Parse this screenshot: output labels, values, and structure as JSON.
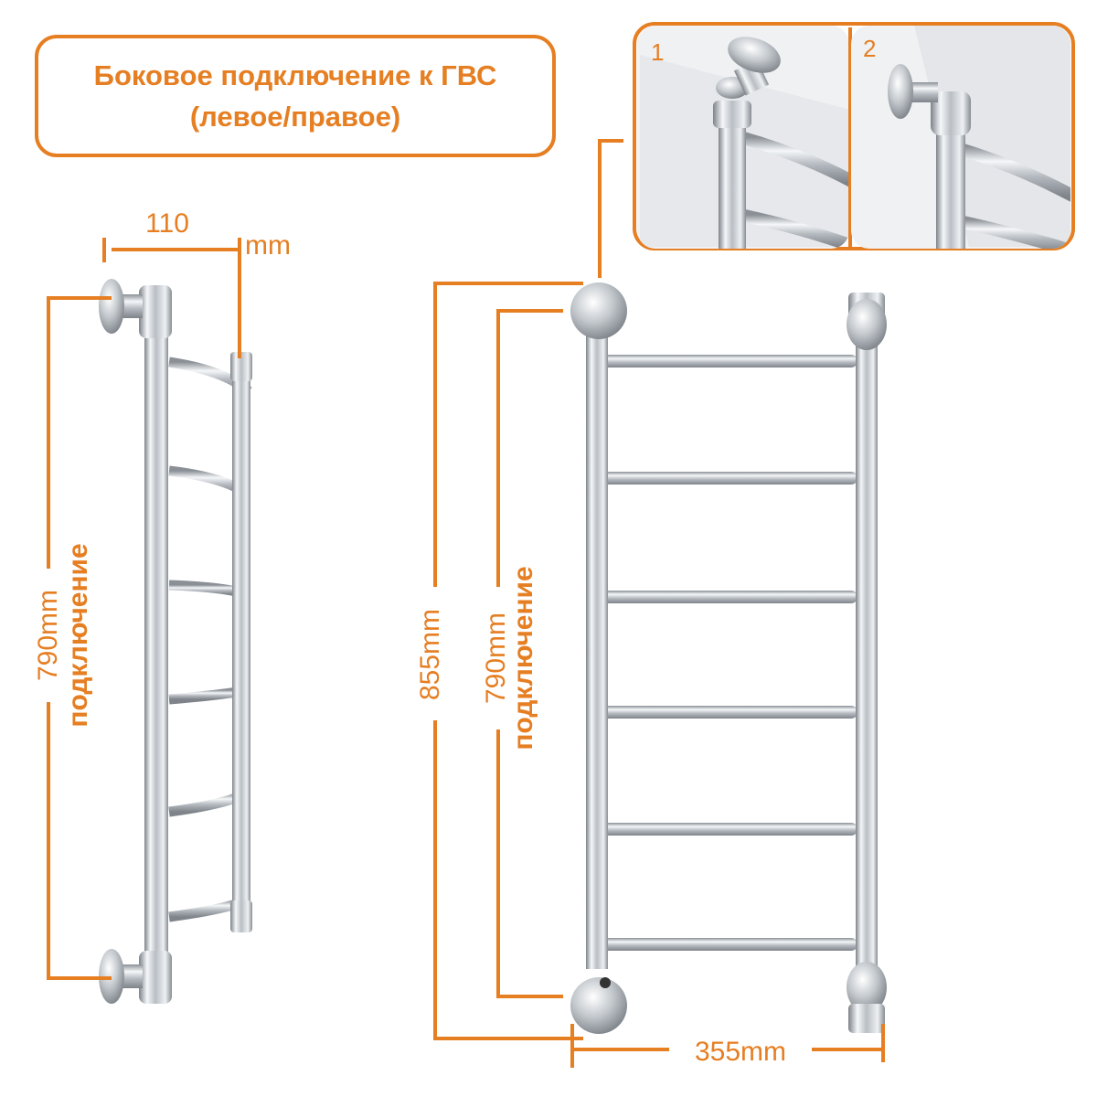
{
  "title": {
    "line1": "Боковое подключение к ГВС",
    "line2": "(левое/правое)"
  },
  "inset": {
    "panel1_number": "1",
    "panel2_number": "2"
  },
  "left_view": {
    "width_value": "110",
    "width_unit": "mm",
    "height_value": "790mm",
    "height_note": "подключение"
  },
  "front_view": {
    "total_height": "855mm",
    "connection_value": "790mm",
    "connection_note": "подключение",
    "width": "355mm"
  },
  "colors": {
    "accent": "#e67e22",
    "chrome_dark": "#8a9096",
    "chrome_light": "#f4f6f8"
  }
}
